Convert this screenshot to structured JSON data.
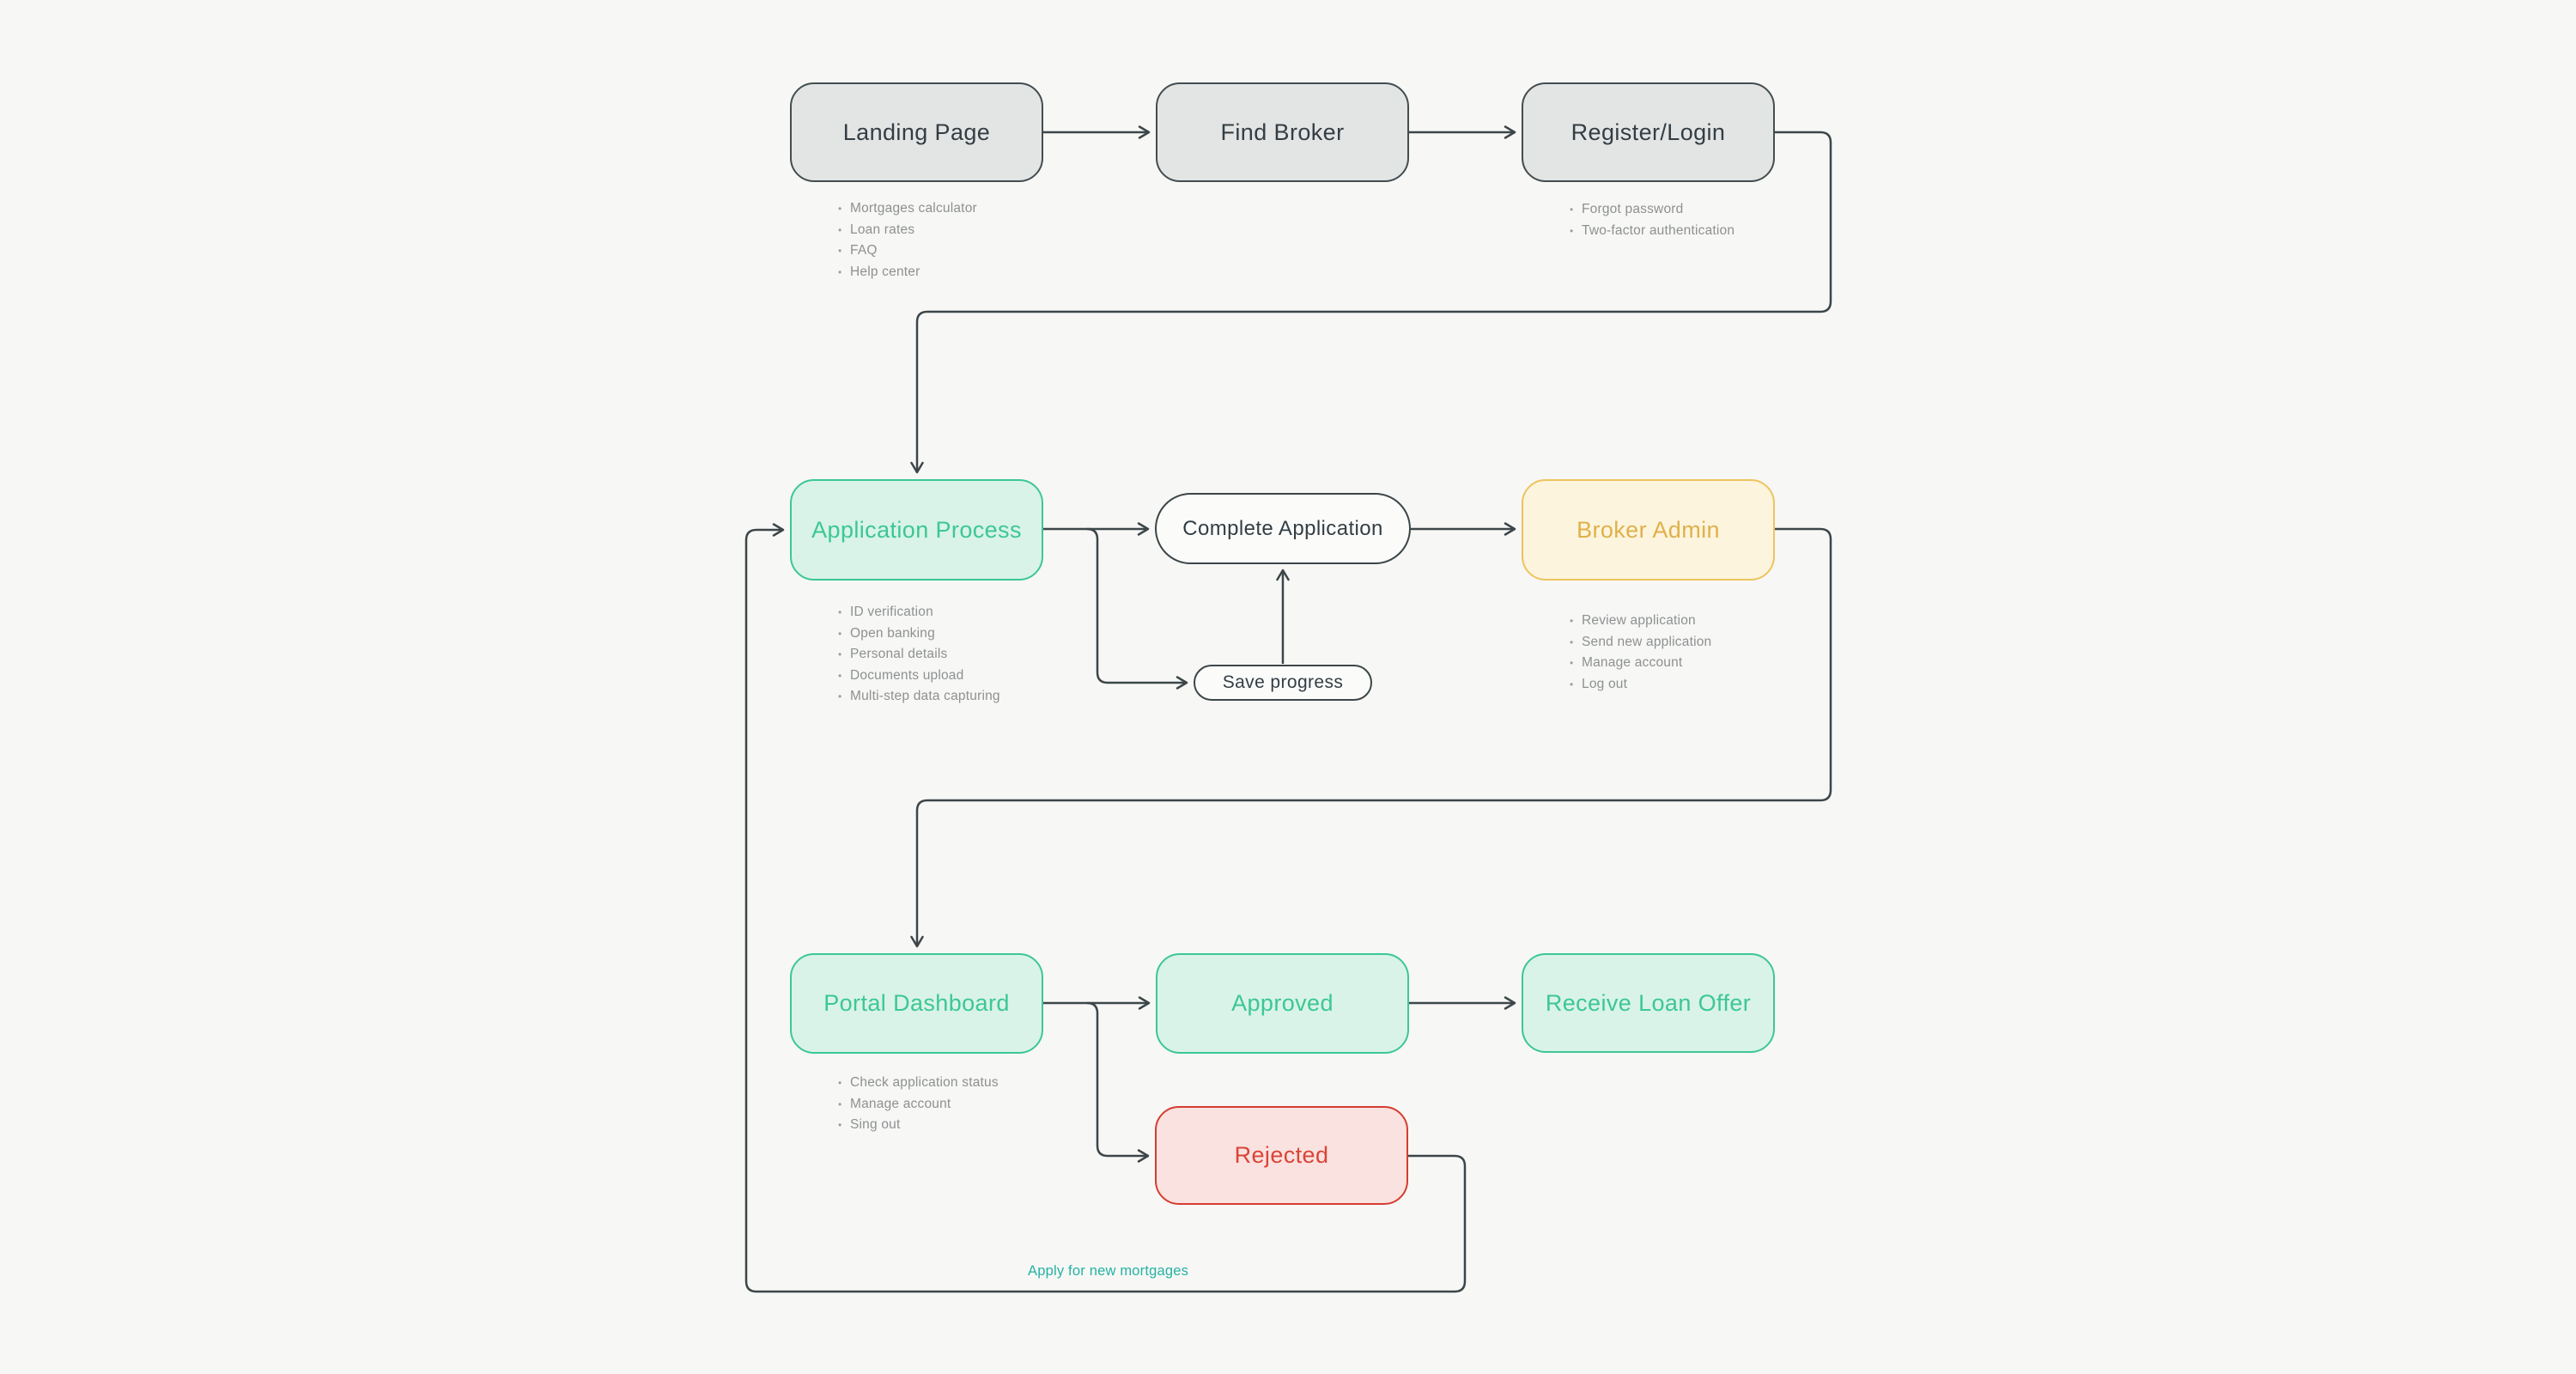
{
  "diagram": {
    "title_hint": "Mortgage platform user flow",
    "background": "#f7f7f5",
    "connector_color": "#3c4649",
    "nodes": {
      "landing": {
        "label": "Landing Page",
        "kind": "page",
        "fill": "#e3e4e4",
        "border": "#434d50",
        "bullets": [
          "Mortgages calculator",
          "Loan rates",
          "FAQ",
          "Help center"
        ]
      },
      "find_broker": {
        "label": "Find Broker",
        "kind": "page",
        "fill": "#e3e4e4",
        "border": "#434d50",
        "bullets": []
      },
      "register": {
        "label": "Register/Login",
        "kind": "page",
        "fill": "#e3e4e4",
        "border": "#434d50",
        "bullets": [
          "Forgot password",
          "Two-factor authentication"
        ]
      },
      "application": {
        "label": "Application Process",
        "kind": "process",
        "fill": "#d9f3e8",
        "border": "#3cc795",
        "bullets": [
          "ID verification",
          "Open banking",
          "Personal details",
          "Documents upload",
          "Multi-step data capturing"
        ]
      },
      "complete_application": {
        "label": "Complete Application",
        "kind": "action",
        "fill": "#fbfbfa",
        "border": "#3c4649",
        "bullets": []
      },
      "broker_admin": {
        "label": "Broker Admin",
        "kind": "role",
        "fill": "#fcf4dd",
        "border": "#eec45f",
        "bullets": [
          "Review application",
          "Send new application",
          "Manage account",
          "Log out"
        ]
      },
      "save_progress": {
        "label": "Save progress",
        "kind": "action",
        "fill": "#fbfbfa",
        "border": "#3c4649",
        "bullets": []
      },
      "portal": {
        "label": "Portal Dashboard",
        "kind": "process",
        "fill": "#d9f3e8",
        "border": "#3cc795",
        "bullets": [
          "Check application status",
          "Manage account",
          "Sing out"
        ]
      },
      "approved": {
        "label": "Approved",
        "kind": "status",
        "fill": "#d9f3e8",
        "border": "#3cc795",
        "bullets": []
      },
      "receive_offer": {
        "label": "Receive Loan Offer",
        "kind": "status",
        "fill": "#d9f3e8",
        "border": "#3cc795",
        "bullets": []
      },
      "rejected": {
        "label": "Rejected",
        "kind": "status",
        "fill": "#f9e2df",
        "border": "#d63c30",
        "bullets": []
      }
    },
    "edge_labels": {
      "apply_new": "Apply for new mortgages"
    },
    "status_colors": {
      "teal_text": "#3cc795",
      "yellow_text": "#dfb14a",
      "red_text": "#da4437",
      "bullet_text": "#8d9191",
      "edge_label_text": "#25b2a3"
    }
  }
}
